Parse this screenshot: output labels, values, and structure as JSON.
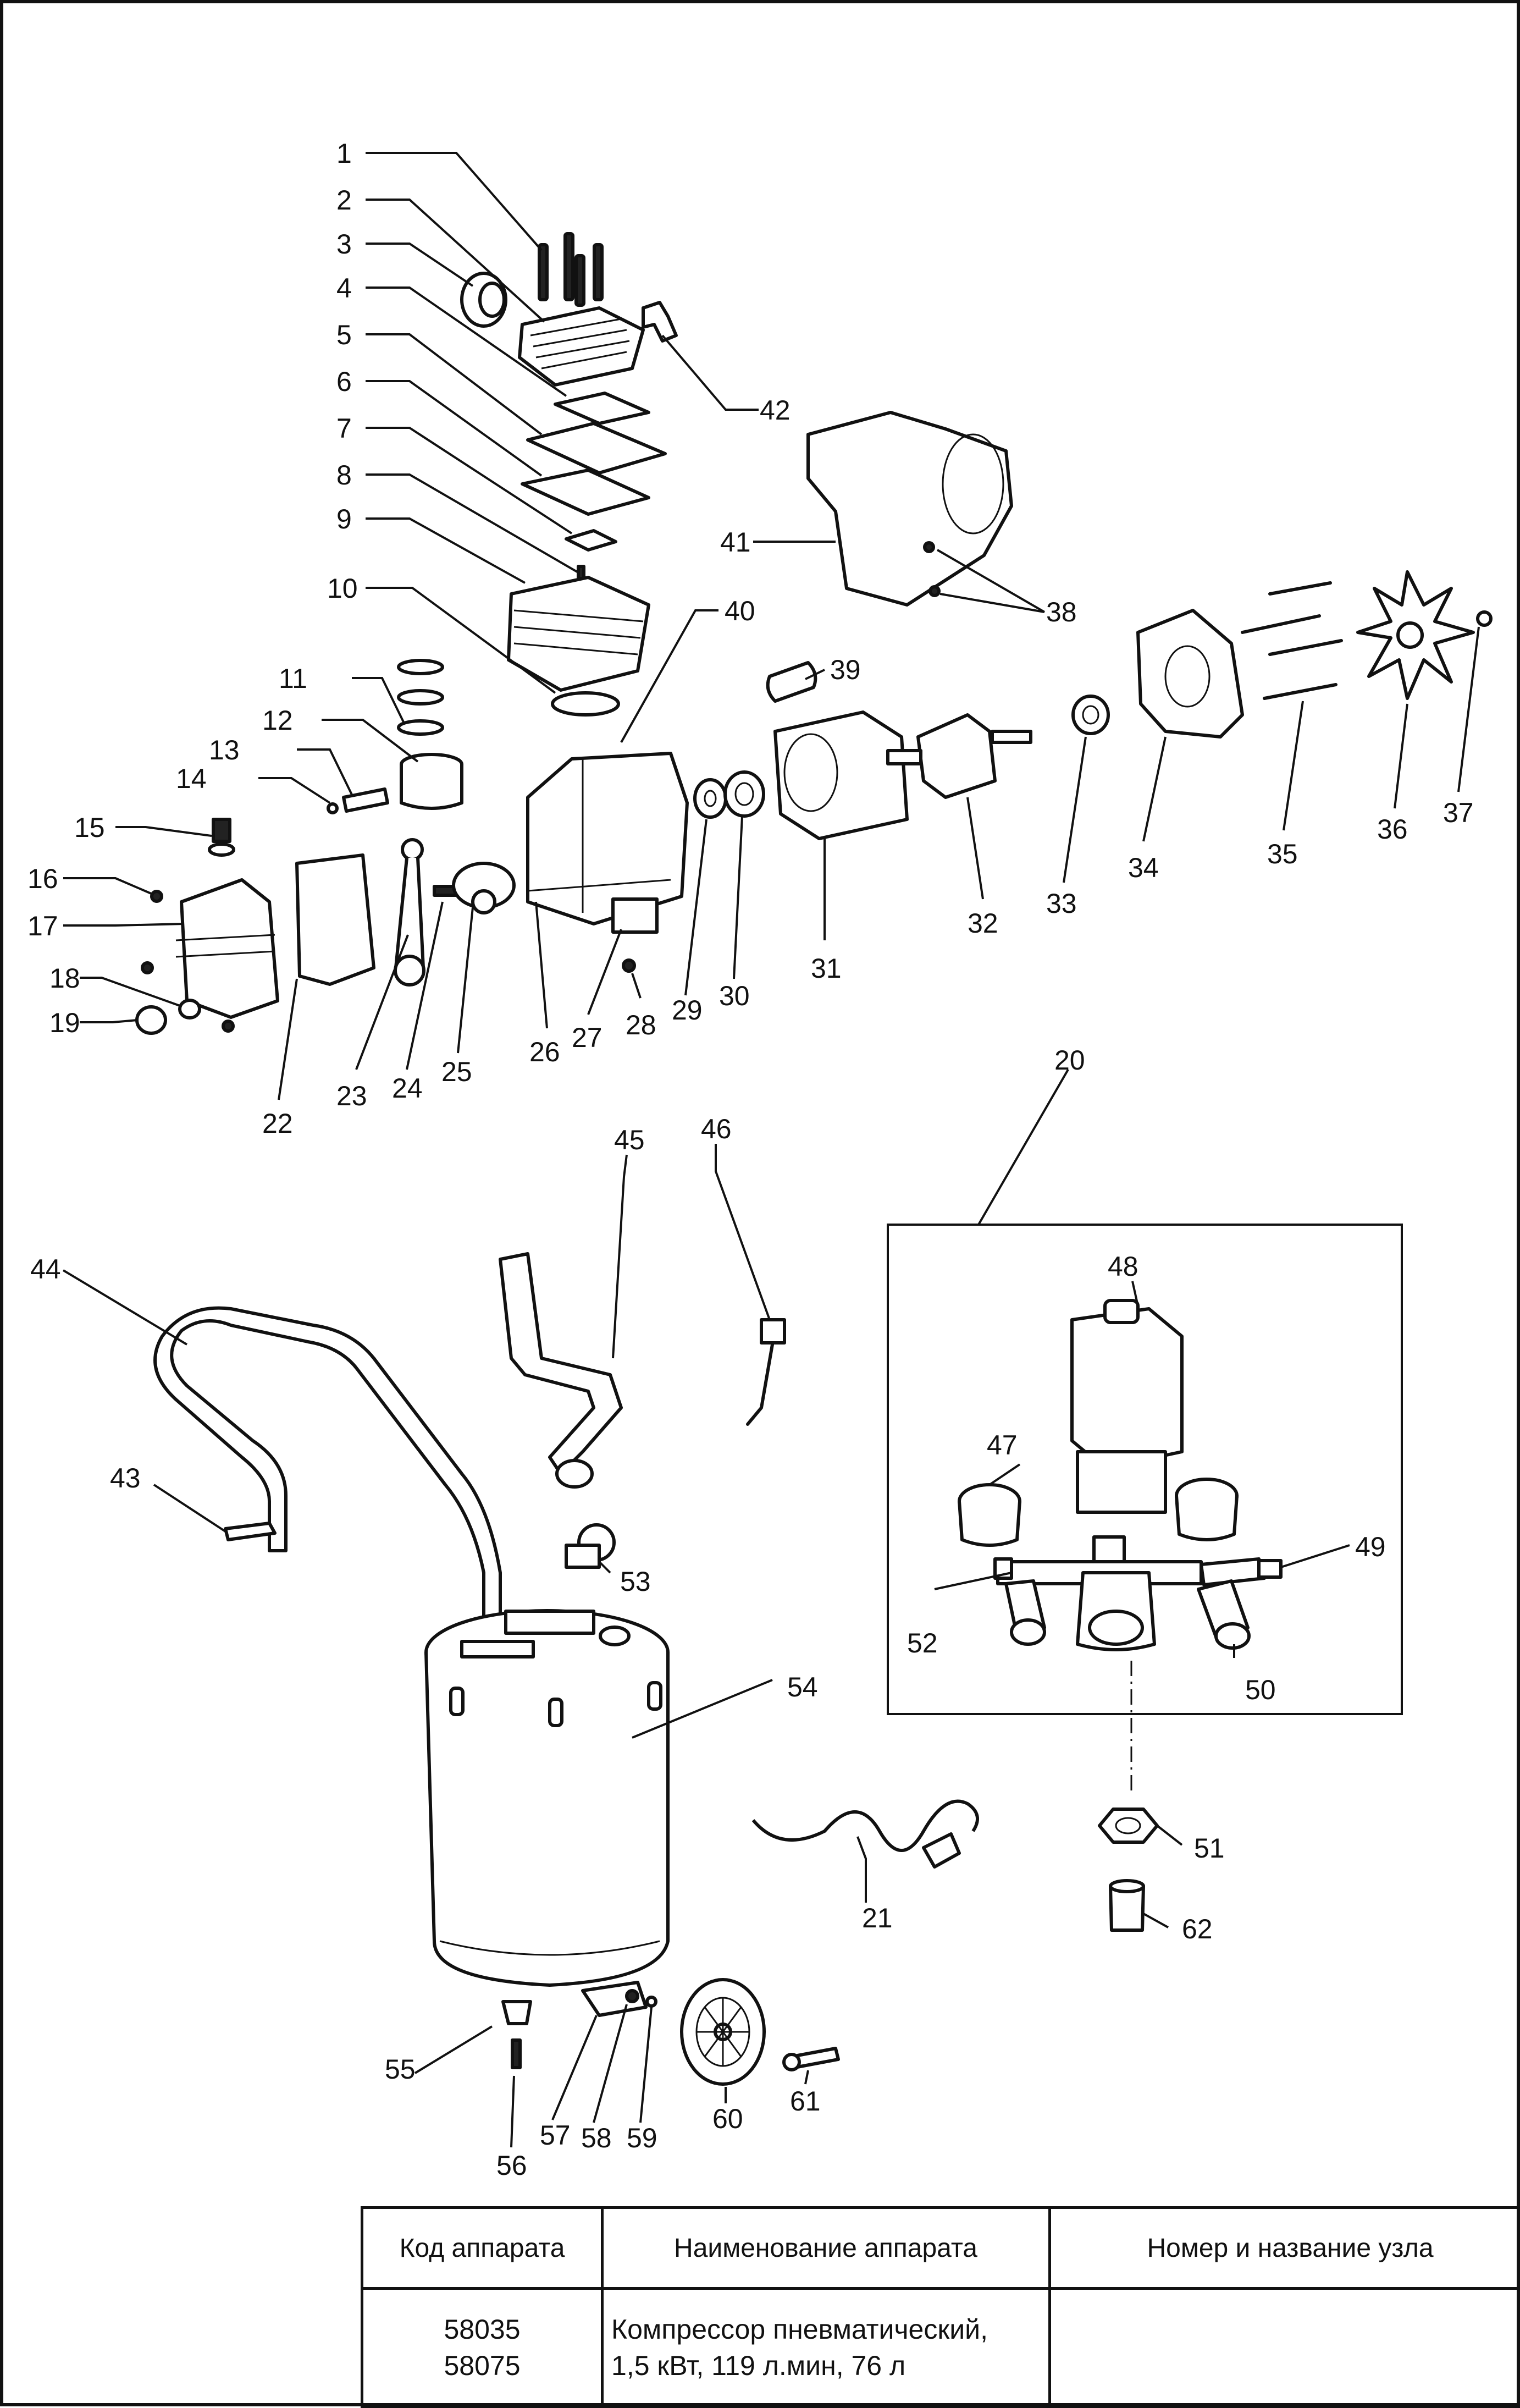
{
  "callouts": [
    "1",
    "2",
    "3",
    "4",
    "5",
    "6",
    "7",
    "8",
    "9",
    "10",
    "11",
    "12",
    "13",
    "14",
    "15",
    "16",
    "17",
    "18",
    "19",
    "20",
    "21",
    "22",
    "23",
    "24",
    "25",
    "26",
    "27",
    "28",
    "29",
    "30",
    "31",
    "32",
    "33",
    "34",
    "35",
    "36",
    "37",
    "38",
    "39",
    "40",
    "41",
    "42",
    "43",
    "44",
    "45",
    "46",
    "47",
    "48",
    "49",
    "50",
    "51",
    "52",
    "53",
    "54",
    "55",
    "56",
    "57",
    "58",
    "59",
    "60",
    "61",
    "62"
  ],
  "table": {
    "headers": [
      "Код аппарата",
      "Наименование аппарата",
      "Номер и название узла"
    ],
    "rows": [
      {
        "codes": [
          "58035",
          "58075"
        ],
        "name_lines": [
          "Компрессор пневматический,",
          "1,5 кВт, 119 л.мин, 76 л"
        ],
        "assembly": ""
      }
    ]
  }
}
